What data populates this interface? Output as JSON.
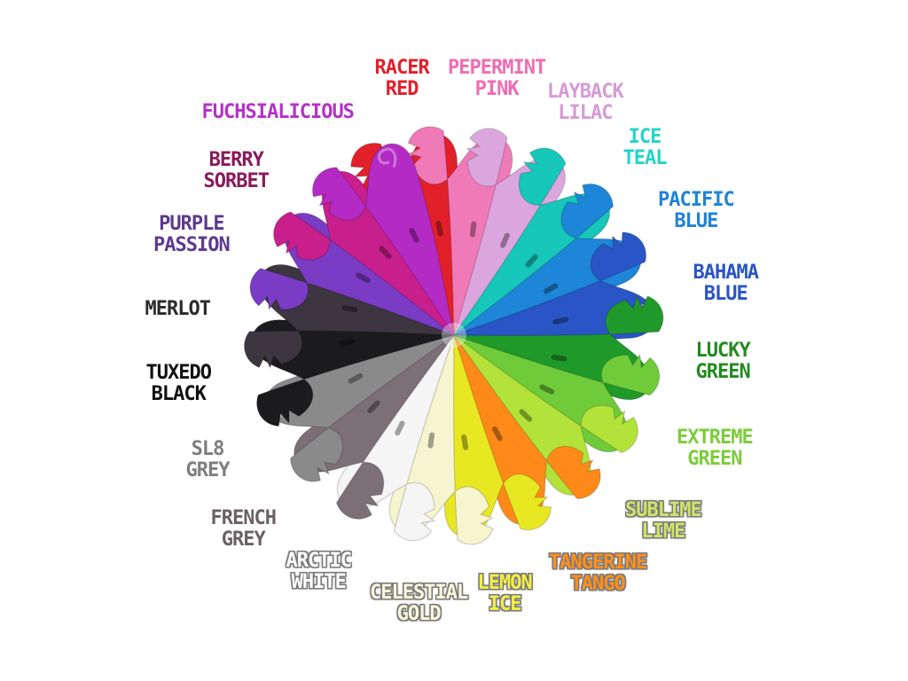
{
  "colors": [
    {
      "id": "racer-red",
      "lines": [
        "RACER",
        "RED"
      ],
      "color": "#e2202a",
      "text_color": "#e2202a",
      "outlined": false
    },
    {
      "id": "pepermint-pink",
      "lines": [
        "PEPERMINT",
        "PINK"
      ],
      "color": "#f07ab8",
      "text_color": "#f06bb4",
      "outlined": false
    },
    {
      "id": "layback-lilac",
      "lines": [
        "LAYBACK",
        "LILAC"
      ],
      "color": "#dba6dd",
      "text_color": "#d79ad6",
      "outlined": false
    },
    {
      "id": "ice-teal",
      "lines": [
        "ICE",
        "TEAL"
      ],
      "color": "#17c7b9",
      "text_color": "#25d3c9",
      "outlined": false
    },
    {
      "id": "pacific-blue",
      "lines": [
        "PACIFIC",
        "BLUE"
      ],
      "color": "#1e86d8",
      "text_color": "#1f84d6",
      "outlined": false
    },
    {
      "id": "bahama-blue",
      "lines": [
        "BAHAMA",
        "BLUE"
      ],
      "color": "#2a55c6",
      "text_color": "#2b55c4",
      "outlined": false
    },
    {
      "id": "lucky-green",
      "lines": [
        "LUCKY",
        "GREEN"
      ],
      "color": "#1f9a2a",
      "text_color": "#258a21",
      "outlined": false
    },
    {
      "id": "extreme-green",
      "lines": [
        "EXTREME",
        "GREEN"
      ],
      "color": "#6fcb3a",
      "text_color": "#7ccc3c",
      "outlined": false
    },
    {
      "id": "sublime-lime",
      "lines": [
        "SUBLIME",
        "LIME"
      ],
      "color": "#b3e23a",
      "text_color": "#cfe36a",
      "outlined": true
    },
    {
      "id": "tangerine-tango",
      "lines": [
        "TANGERINE",
        "TANGO"
      ],
      "color": "#ff8a1a",
      "text_color": "#ff8f1c",
      "outlined": true
    },
    {
      "id": "lemon-ice",
      "lines": [
        "LEMON",
        "ICE"
      ],
      "color": "#e8e822",
      "text_color": "#f2ee46",
      "outlined": true
    },
    {
      "id": "celestial-gold",
      "lines": [
        "CELESTIAL",
        "GOLD"
      ],
      "color": "#f6f5cf",
      "text_color": "#fbf7da",
      "outlined": true
    },
    {
      "id": "arctic-white",
      "lines": [
        "ARCTIC",
        "WHITE"
      ],
      "color": "#f5f5f5",
      "text_color": "#ffffff",
      "outlined": true
    },
    {
      "id": "french-grey",
      "lines": [
        "FRENCH",
        "GREY"
      ],
      "color": "#7c6f75",
      "text_color": "#6c6166",
      "outlined": false
    },
    {
      "id": "sl8-grey",
      "lines": [
        "SL8",
        "GREY"
      ],
      "color": "#8a8a8a",
      "text_color": "#7e7e7e",
      "outlined": false
    },
    {
      "id": "tuxedo-black",
      "lines": [
        "TUXEDO",
        "BLACK"
      ],
      "color": "#1b1b1d",
      "text_color": "#111111",
      "outlined": false
    },
    {
      "id": "merlot",
      "lines": [
        "MERLOT"
      ],
      "color": "#3d3540",
      "text_color": "#2d2a2e",
      "outlined": false
    },
    {
      "id": "purple-passion",
      "lines": [
        "PURPLE",
        "PASSION"
      ],
      "color": "#7a3cc4",
      "text_color": "#5d3a8d",
      "outlined": false
    },
    {
      "id": "berry-sorbet",
      "lines": [
        "BERRY",
        "SORBET"
      ],
      "color": "#c81f8c",
      "text_color": "#8a1b5c",
      "outlined": false
    },
    {
      "id": "fuchsialicious",
      "lines": [
        "FUCHSIALICIOUS"
      ],
      "color": "#b32bc4",
      "text_color": "#b432c8",
      "outlined": false
    }
  ]
}
